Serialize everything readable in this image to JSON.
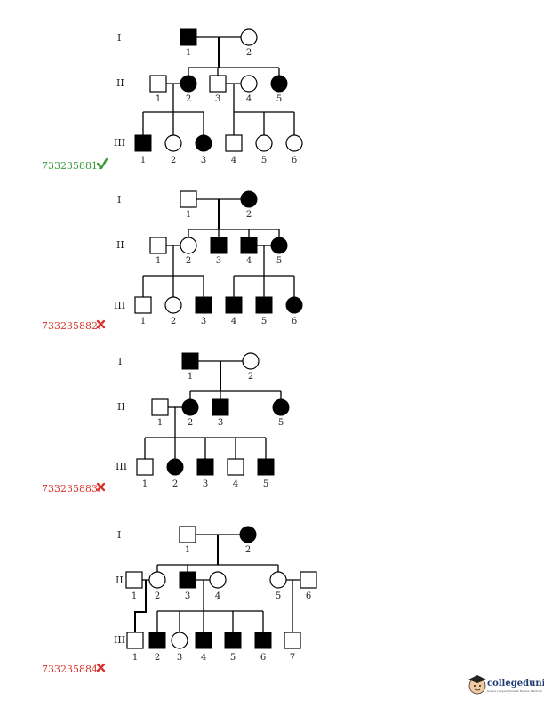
{
  "generation_labels": [
    "I",
    "II",
    "III"
  ],
  "pedigrees": [
    {
      "option_id": "733235881.",
      "status": "correct",
      "status_color": "#3a9a3a",
      "status_icon": "check-icon",
      "gen1": [
        {
          "num": "1",
          "shape": "square",
          "affected": true
        },
        {
          "num": "2",
          "shape": "circle",
          "affected": false
        }
      ],
      "gen2": [
        {
          "num": "1",
          "shape": "square",
          "affected": false
        },
        {
          "num": "2",
          "shape": "circle",
          "affected": true
        },
        {
          "num": "3",
          "shape": "square",
          "affected": false
        },
        {
          "num": "4",
          "shape": "circle",
          "affected": false
        },
        {
          "num": "5",
          "shape": "circle",
          "affected": true
        }
      ],
      "gen3": [
        {
          "num": "1",
          "shape": "square",
          "affected": true
        },
        {
          "num": "2",
          "shape": "circle",
          "affected": false
        },
        {
          "num": "3",
          "shape": "circle",
          "affected": true
        },
        {
          "num": "4",
          "shape": "square",
          "affected": false
        },
        {
          "num": "5",
          "shape": "circle",
          "affected": false
        },
        {
          "num": "6",
          "shape": "circle",
          "affected": false
        }
      ]
    },
    {
      "option_id": "733235882.",
      "status": "incorrect",
      "status_color": "#d9342b",
      "status_icon": "cross-icon",
      "gen1": [
        {
          "num": "1",
          "shape": "square",
          "affected": false
        },
        {
          "num": "2",
          "shape": "circle",
          "affected": true
        }
      ],
      "gen2": [
        {
          "num": "1",
          "shape": "square",
          "affected": false
        },
        {
          "num": "2",
          "shape": "circle",
          "affected": false
        },
        {
          "num": "3",
          "shape": "square",
          "affected": true
        },
        {
          "num": "4",
          "shape": "square",
          "affected": true
        },
        {
          "num": "5",
          "shape": "circle",
          "affected": true
        }
      ],
      "gen3": [
        {
          "num": "1",
          "shape": "square",
          "affected": false
        },
        {
          "num": "2",
          "shape": "circle",
          "affected": false
        },
        {
          "num": "3",
          "shape": "square",
          "affected": true
        },
        {
          "num": "4",
          "shape": "square",
          "affected": true
        },
        {
          "num": "5",
          "shape": "square",
          "affected": true
        },
        {
          "num": "6",
          "shape": "circle",
          "affected": true
        }
      ]
    },
    {
      "option_id": "733235883.",
      "status": "incorrect",
      "status_color": "#d9342b",
      "status_icon": "cross-icon",
      "gen1": [
        {
          "num": "1",
          "shape": "square",
          "affected": true
        },
        {
          "num": "2",
          "shape": "circle",
          "affected": false
        }
      ],
      "gen2": [
        {
          "num": "1",
          "shape": "square",
          "affected": false
        },
        {
          "num": "2",
          "shape": "circle",
          "affected": true
        },
        {
          "num": "3",
          "shape": "square",
          "affected": true
        },
        {
          "num": "5",
          "shape": "circle",
          "affected": true
        }
      ],
      "gen3": [
        {
          "num": "1",
          "shape": "square",
          "affected": false
        },
        {
          "num": "2",
          "shape": "circle",
          "affected": true
        },
        {
          "num": "3",
          "shape": "square",
          "affected": true
        },
        {
          "num": "4",
          "shape": "square",
          "affected": false
        },
        {
          "num": "5",
          "shape": "square",
          "affected": true
        }
      ]
    },
    {
      "option_id": "733235884.",
      "status": "incorrect",
      "status_color": "#d9342b",
      "status_icon": "cross-icon",
      "gen1": [
        {
          "num": "1",
          "shape": "square",
          "affected": false
        },
        {
          "num": "2",
          "shape": "circle",
          "affected": true
        }
      ],
      "gen2": [
        {
          "num": "1",
          "shape": "square",
          "affected": false
        },
        {
          "num": "2",
          "shape": "circle",
          "affected": false
        },
        {
          "num": "3",
          "shape": "square",
          "affected": true
        },
        {
          "num": "4",
          "shape": "circle",
          "affected": false
        },
        {
          "num": "5",
          "shape": "circle",
          "affected": false
        },
        {
          "num": "6",
          "shape": "square",
          "affected": false
        }
      ],
      "gen3": [
        {
          "num": "1",
          "shape": "square",
          "affected": false
        },
        {
          "num": "2",
          "shape": "square",
          "affected": true
        },
        {
          "num": "3",
          "shape": "circle",
          "affected": false
        },
        {
          "num": "4",
          "shape": "square",
          "affected": true
        },
        {
          "num": "5",
          "shape": "square",
          "affected": true
        },
        {
          "num": "6",
          "shape": "square",
          "affected": true
        },
        {
          "num": "7",
          "shape": "square",
          "affected": false
        }
      ]
    }
  ],
  "brand": {
    "name": "collegedunia",
    "tagline": "India's Largest Student Review Platform",
    "icon": "graduate-mascot-icon"
  }
}
